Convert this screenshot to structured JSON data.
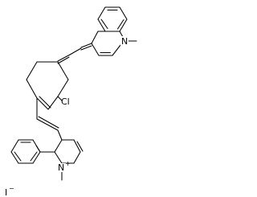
{
  "molecule": {
    "atoms": {
      "n_top": "N",
      "cl": "Cl",
      "n_bottom": "N",
      "iodide": "I"
    },
    "charges": {
      "n_bottom": "+",
      "iodide": "−"
    }
  },
  "colors": {
    "bond": "#000000",
    "background": "#ffffff"
  }
}
